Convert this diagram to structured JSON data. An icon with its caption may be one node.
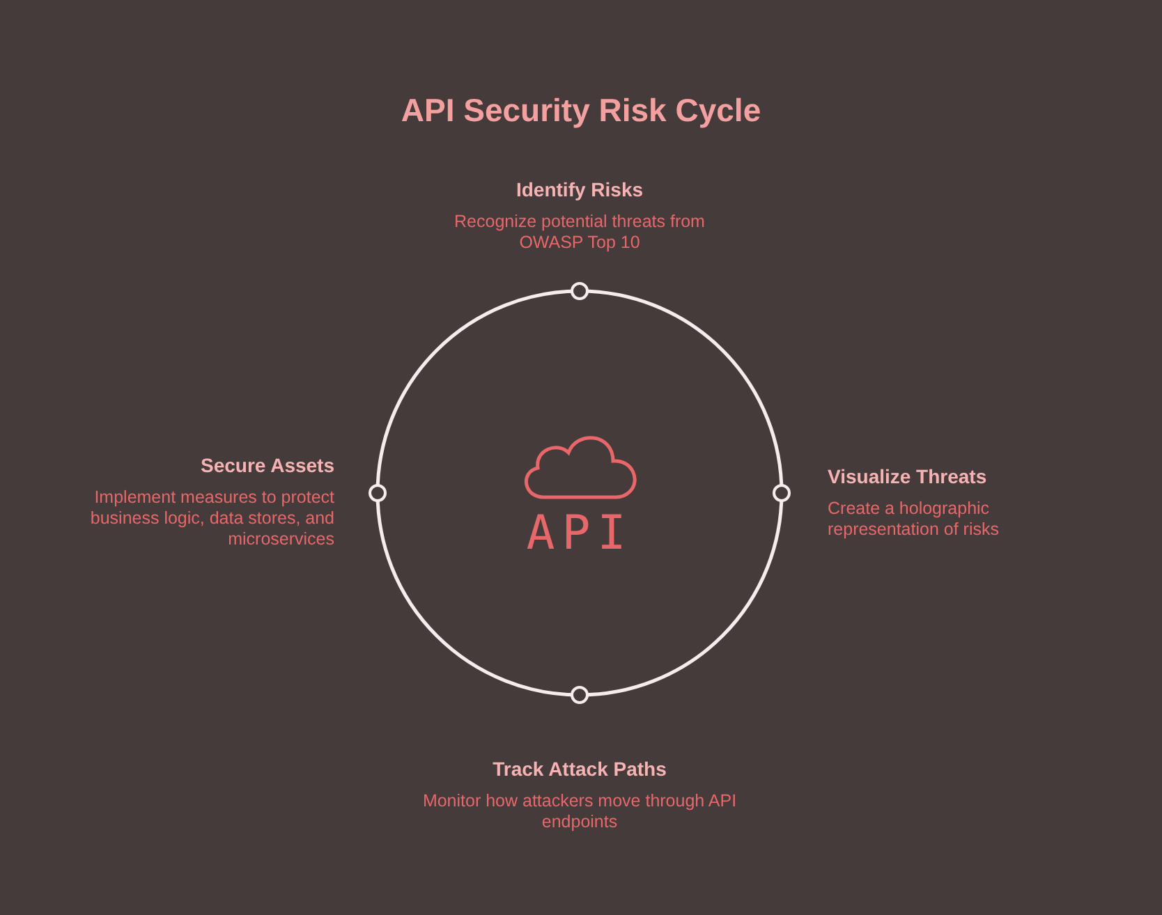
{
  "diagram": {
    "title": "API Security Risk Cycle",
    "nodes": [
      {
        "text": [
          "Identify Risks",
          "Recognize potential threats from OWASP Top 10"
        ]
      },
      {
        "text": [
          "Secure Assets",
          "Implement measures to protect business logic, data stores, and microservices"
        ]
      },
      {
        "text": [
          "API"
        ]
      },
      {
        "text": [
          "Visualize Threats",
          "Create a holographic representation of risks"
        ]
      },
      {
        "text": [
          "Track Attack Paths",
          "Monitor how attackers move through API endpoints"
        ]
      }
    ]
  }
}
